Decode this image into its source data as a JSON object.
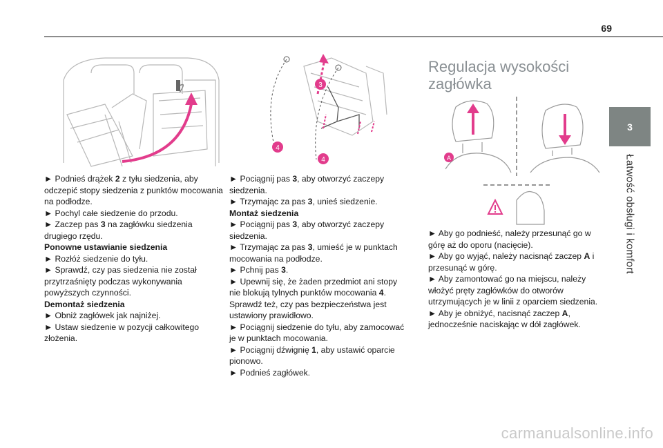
{
  "header": {
    "page_number": "69"
  },
  "sidebar": {
    "chapter_number": "3",
    "chapter_title": "Łatwość obsługi i komfort"
  },
  "colors": {
    "accent": "#e23c8c",
    "tab": "#7e8583",
    "title_grey": "#8a9094"
  },
  "column1": {
    "lines": [
      "► Podnieś drążek 2 z tyłu siedzenia, aby",
      "odczepić stopy siedzenia z punktów mocowania",
      "na podłodze.",
      "► Pochyl całe siedzenie do przodu.",
      "► Zaczep pas 3 na zagłówku siedzenia",
      "drugiego rzędu.",
      "Ponowne ustawianie siedzenia",
      "► Rozłóż siedzenie do tyłu.",
      "► Sprawdź, czy pas siedzenia nie został",
      "przytrzaśnięty podczas wykonywania",
      "powyższych czynności.",
      "Demontaż siedzenia",
      "► Obniż zagłówek jak najniżej.",
      "► Ustaw siedzenie w pozycji całkowitego",
      "złożenia."
    ]
  },
  "column2": {
    "lines": [
      "► Pociągnij pas 3, aby otworzyć zaczepy",
      "siedzenia.",
      "► Trzymając za pas 3, unieś siedzenie.",
      "Montaż siedzenia",
      "► Pociągnij pas 3, aby otworzyć zaczepy",
      "siedzenia.",
      "► Trzymając za pas 3, umieść je w punktach",
      "mocowania na podłodze.",
      "► Pchnij pas 3.",
      "► Upewnij się, że żaden przedmiot ani stopy",
      "nie blokują tylnych punktów mocowania 4.",
      "Sprawdź też, czy pas bezpieczeństwa jest",
      "ustawiony prawidłowo.",
      "► Pociągnij siedzenie do tyłu, aby zamocować",
      "je w punktach mocowania.",
      "► Pociągnij dźwignię 1, aby ustawić oparcie",
      "pionowo.",
      "► Podnieś zagłówek."
    ]
  },
  "column3": {
    "title_lines": [
      "Regulacja wysokości",
      "zagłówka"
    ],
    "lines": [
      "► Aby go podnieść, należy przesunąć go w",
      "górę aż do oporu (nacięcie).",
      "► Aby go wyjąć, należy nacisnąć zaczep A i",
      "przesunąć w górę.",
      "► Aby zamontować go na miejscu, należy",
      "włożyć pręty zagłówków do otworów",
      "utrzymujących je w linii z oparciem siedzenia.",
      "► Aby je obniżyć, nacisnąć zaczep A,",
      "jednocześnie naciskając w dół zagłówek."
    ]
  },
  "figures": {
    "fig1_label": "",
    "fig2_labels": [
      "3",
      "4",
      "4"
    ],
    "fig3_label": "A"
  },
  "footer": {
    "watermark": "carmanualsonline.info"
  }
}
